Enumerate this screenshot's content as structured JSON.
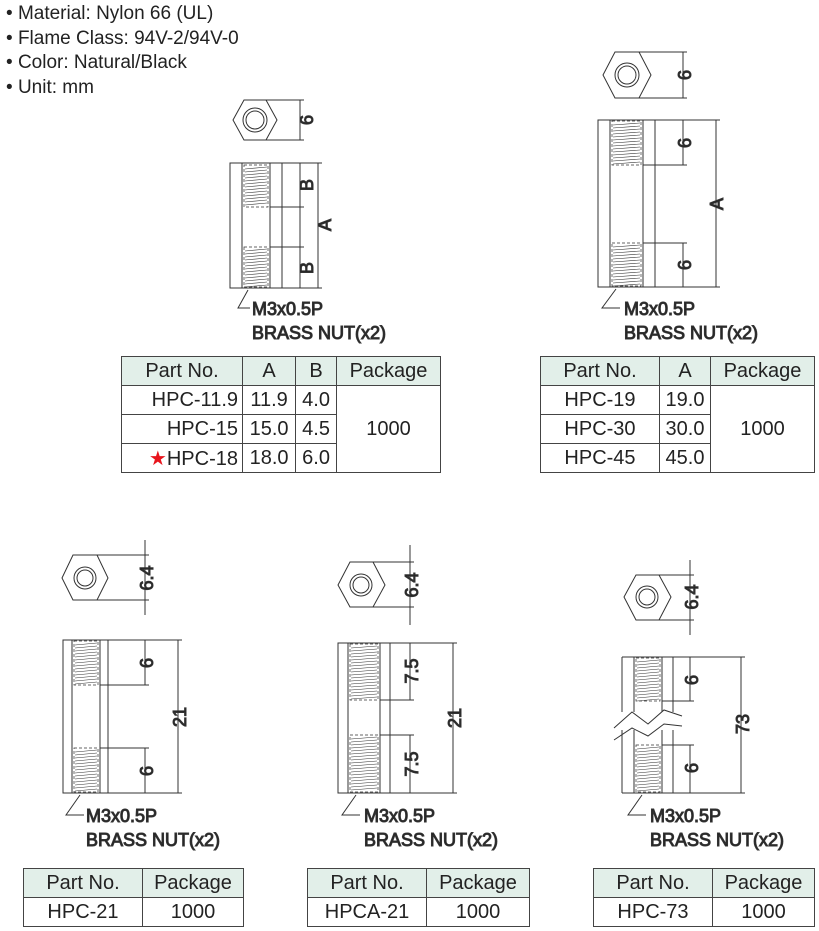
{
  "specs": [
    "Material: Nylon 66 (UL)",
    "Flame Class: 94V-2/94V-0",
    "Color: Natural/Black",
    "Unit: mm"
  ],
  "colors": {
    "header_bg": "#e2efe9",
    "star": "#e8141c",
    "line": "#222222"
  },
  "common": {
    "thread": "M3x0.5P",
    "nut": "BRASS  NUT(x2)"
  },
  "d1": {
    "hex": "6",
    "b": "B",
    "a": "A"
  },
  "d2": {
    "hex": "6",
    "t": "6",
    "a": "A"
  },
  "d3": {
    "hex": "6.4",
    "t": "6",
    "a": "21"
  },
  "d4": {
    "hex": "6.4",
    "t": "7.5",
    "a": "21"
  },
  "d5": {
    "hex": "6.4",
    "t": "6",
    "a": "73"
  },
  "t1": {
    "headers": [
      "Part No.",
      "A",
      "B",
      "Package"
    ],
    "rows": [
      {
        "part": "HPC-11.9",
        "a": "11.9",
        "b": "4.0"
      },
      {
        "part": "HPC-15",
        "a": "15.0",
        "b": "4.5"
      },
      {
        "part": "HPC-18",
        "a": "18.0",
        "b": "6.0",
        "star": "★"
      }
    ],
    "package": "1000"
  },
  "t2": {
    "headers": [
      "Part No.",
      "A",
      "Package"
    ],
    "rows": [
      {
        "part": "HPC-19",
        "a": "19.0"
      },
      {
        "part": "HPC-30",
        "a": "30.0"
      },
      {
        "part": "HPC-45",
        "a": "45.0"
      }
    ],
    "package": "1000"
  },
  "t3": {
    "headers": [
      "Part No.",
      "Package"
    ],
    "part": "HPC-21",
    "package": "1000"
  },
  "t4": {
    "headers": [
      "Part No.",
      "Package"
    ],
    "part": "HPCA-21",
    "package": "1000"
  },
  "t5": {
    "headers": [
      "Part No.",
      "Package"
    ],
    "part": "HPC-73",
    "package": "1000"
  }
}
